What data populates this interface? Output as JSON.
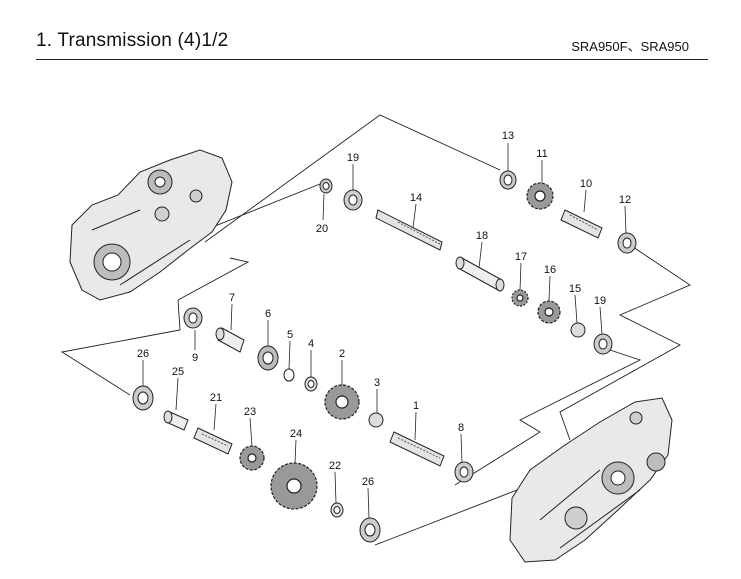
{
  "header": {
    "title": "1. Transmission (4)1/2",
    "model": "SRA950F、SRA950"
  },
  "callouts": [
    {
      "id": "c13",
      "text": "13"
    },
    {
      "id": "c11",
      "text": "11"
    },
    {
      "id": "c10",
      "text": "10"
    },
    {
      "id": "c12",
      "text": "12"
    },
    {
      "id": "c19a",
      "text": "19"
    },
    {
      "id": "c20",
      "text": "20"
    },
    {
      "id": "c14",
      "text": "14"
    },
    {
      "id": "c18",
      "text": "18"
    },
    {
      "id": "c17",
      "text": "17"
    },
    {
      "id": "c16",
      "text": "16"
    },
    {
      "id": "c15",
      "text": "15"
    },
    {
      "id": "c19b",
      "text": "19"
    },
    {
      "id": "c7",
      "text": "7"
    },
    {
      "id": "c9",
      "text": "9"
    },
    {
      "id": "c6",
      "text": "6"
    },
    {
      "id": "c5",
      "text": "5"
    },
    {
      "id": "c4",
      "text": "4"
    },
    {
      "id": "c2",
      "text": "2"
    },
    {
      "id": "c3",
      "text": "3"
    },
    {
      "id": "c1",
      "text": "1"
    },
    {
      "id": "c8",
      "text": "8"
    },
    {
      "id": "c26a",
      "text": "26"
    },
    {
      "id": "c25",
      "text": "25"
    },
    {
      "id": "c21",
      "text": "21"
    },
    {
      "id": "c23",
      "text": "23"
    },
    {
      "id": "c24",
      "text": "24"
    },
    {
      "id": "c22",
      "text": "22"
    },
    {
      "id": "c26b",
      "text": "26"
    }
  ]
}
